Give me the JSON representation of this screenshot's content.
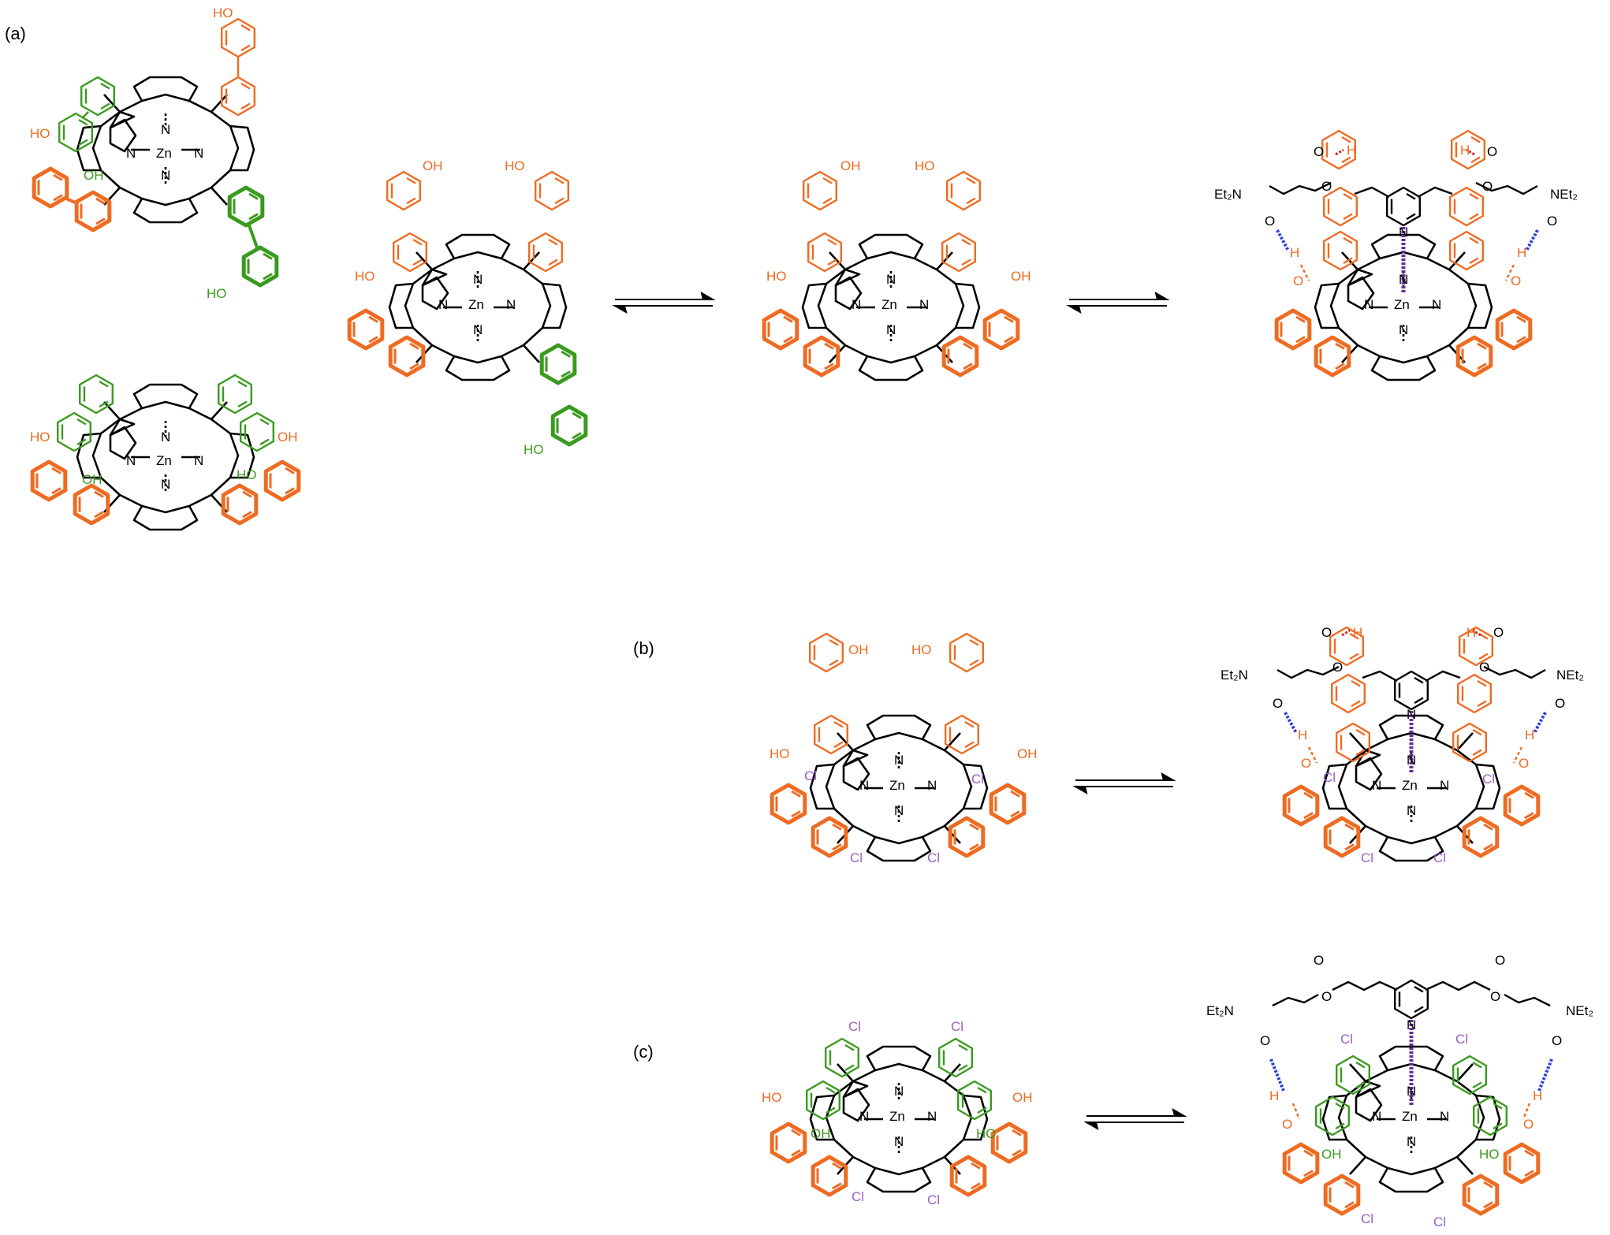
{
  "panel_labels": {
    "a": "(a)",
    "b": "(b)",
    "c": "(c)"
  },
  "atoms": {
    "N": "N",
    "Zn": "Zn",
    "OH": "OH",
    "HO": "HO",
    "Cl": "Cl",
    "O": "O",
    "H": "H",
    "Et2N": "Et₂N",
    "NEt2": "NEt₂"
  },
  "colors": {
    "black": "#000000",
    "orange": "#ee6b22",
    "green": "#3a9a1e",
    "purple": "#9b5fc6",
    "blue": "#2b3fd4",
    "red": "#d42b2b"
  },
  "icons": [
    "equilibrium-arrow-icon",
    "coordination-bond-icon",
    "hydrogen-bond-icon"
  ]
}
